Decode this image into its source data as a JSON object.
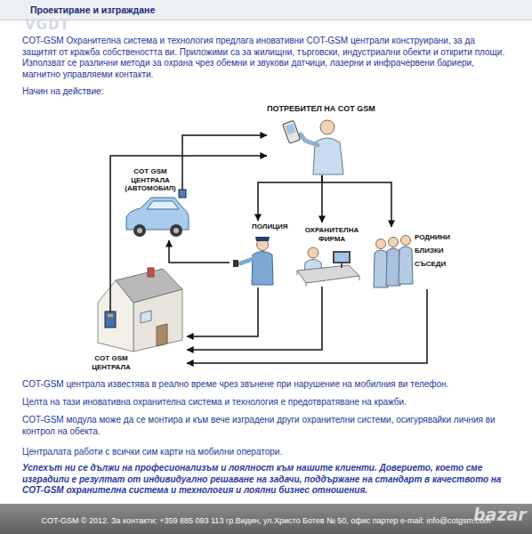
{
  "diagram": {
    "title": "Проектиране и изграждане",
    "nodes": [
      {
        "text": [
          "ПОТРЕБИТЕЛ НА COT GSM"
        ]
      },
      {
        "text": [
          "COT GSM ЦЕНТРАЛА (АВТОМОБИЛ)"
        ]
      },
      {
        "text": [
          "ПОЛИЦИЯ"
        ]
      },
      {
        "text": [
          "ОХРАНИТЕЛНА ФИРМА"
        ]
      },
      {
        "text": [
          "РОДНИНИ БЛИЗКИ СЪСЕДИ"
        ]
      },
      {
        "text": [
          "COT GSM ЦЕНТРАЛА"
        ]
      }
    ],
    "edges": [
      {
        "from": 1,
        "to": 0,
        "arrow": "to"
      },
      {
        "from": 5,
        "to": 0,
        "arrow": "to"
      },
      {
        "from": 0,
        "to": 2,
        "arrow": "to"
      },
      {
        "from": 0,
        "to": 3,
        "arrow": "to"
      },
      {
        "from": 0,
        "to": 4,
        "arrow": "to"
      },
      {
        "from": 2,
        "to": 1,
        "arrow": "to"
      },
      {
        "from": 2,
        "to": 5,
        "arrow": "to"
      },
      {
        "from": 3,
        "to": 5,
        "arrow": "to"
      },
      {
        "from": 4,
        "to": 5,
        "arrow": "to"
      }
    ],
    "labels": [
      "VGDT",
      "COT-GSM Охранителна система и технология предлага иновативни COT-GSM централи конструирани, за да защитят от кражба собствеността ви. Приложими са за жилищни, търговски, индустриални обекти и открити площи. Използват се различни методи за охрана чрез обемни и звукови датчици, лазерни и инфрачервени бариери, магнитно управляеми контакти.",
      "Начин на действие:",
      "COT-GSM централа известява в реално време чрез звънене при нарушение на мобилния ви телефон.",
      "Целта на тази иновативна охранителна система и технология е предотвратяване на кражби.",
      "COT-GSM модула може да се монтира и към вече изградени други охранителни системи, осигурявайки личния ви контрол на обекта.",
      "Централата работи с всички сим карти на мобилни оператори.",
      "Успехът ни се дължи на професионализъм и лоялност към нашите клиенти. Доверието, което сме изградили е резултат от индивидуално решаване на задачи, поддържане на стандарт в качеството на COT-GSM охранителна система и технология и лоялни бизнес отношения.",
      "COT-GSM © 2012. За контакти: +359 885 093 113 гр.Видин, ул.Христо Ботев № 50, офис партер e-mail: info@cotgsm.com",
      "bazar"
    ]
  }
}
